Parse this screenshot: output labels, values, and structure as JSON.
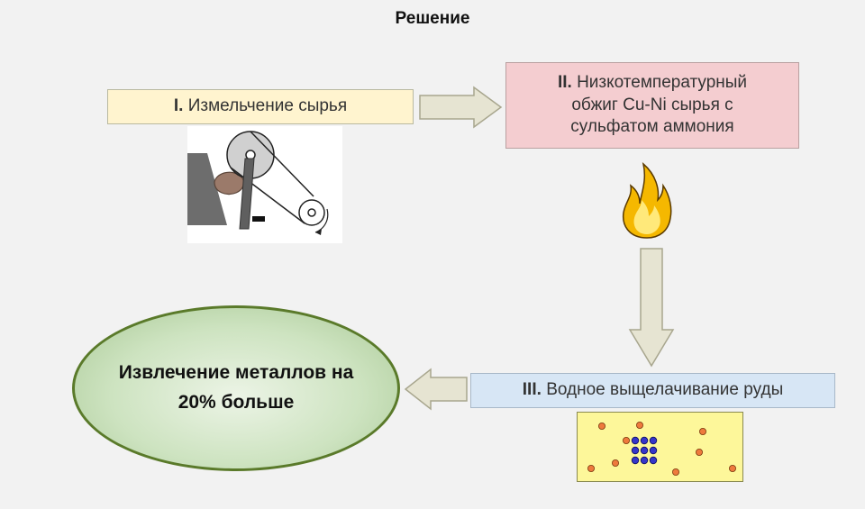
{
  "title": "Решение",
  "steps": [
    {
      "roman": "I.",
      "text": "Измельчение сырья"
    },
    {
      "roman": "II.",
      "text_line1": "Низкотемпературный",
      "text_line2": "обжиг Cu-Ni сырья с",
      "text_line3": "сульфатом аммония"
    },
    {
      "roman": "III.",
      "text": "Водное выщелачивание руды"
    }
  ],
  "result": {
    "line1": "Извлечение металлов на",
    "line2": "20% больше"
  },
  "colors": {
    "step1_fill": "#fff4cf",
    "step2_fill": "#f4cdd0",
    "step3_fill": "#d7e6f5",
    "result_border": "#5a7a2a",
    "arrow_fill": "#e6e4d2",
    "flame_outer": "#f5b800",
    "flame_inner": "#ffe97a",
    "particle_orange": "#ee7a3c",
    "particle_blue": "#3535c8"
  },
  "icons": [
    "crusher-illustration",
    "flame-icon",
    "ore-particles-illustration"
  ]
}
